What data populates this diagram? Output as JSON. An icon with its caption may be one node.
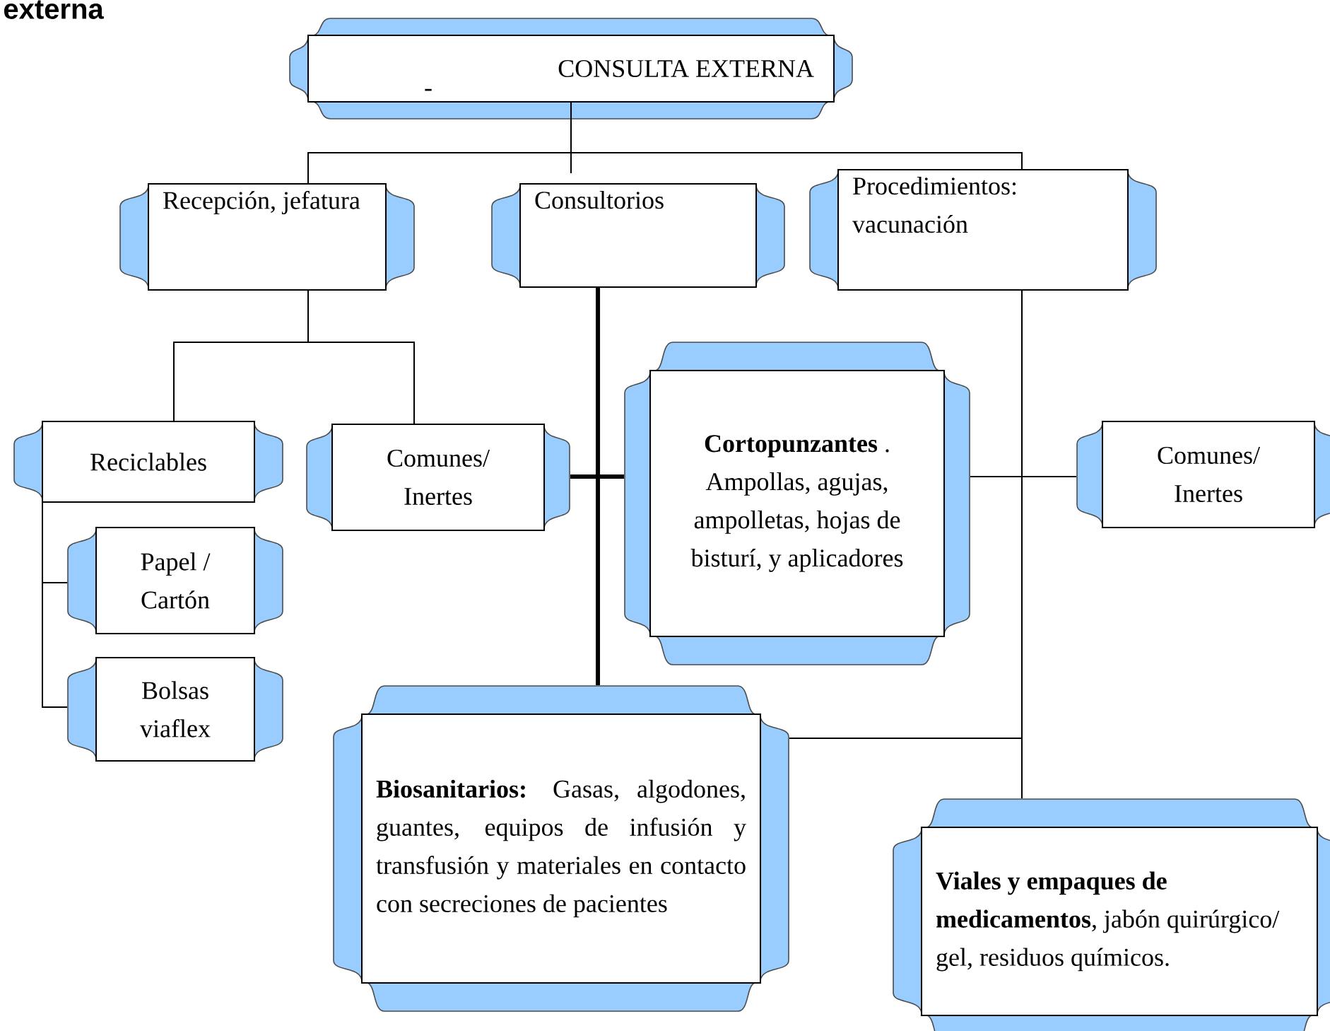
{
  "diagram": {
    "title": "externa",
    "nodes": [
      {
        "text": [
          "CONSULTA EXTERNA",
          "-"
        ]
      },
      {
        "text": [
          "Recepción, jefatura"
        ]
      },
      {
        "text": [
          "Consultorios"
        ]
      },
      {
        "text": [
          "Procedimientos: vacunación"
        ]
      },
      {
        "text": [
          "Reciclables"
        ]
      },
      {
        "text": [
          "Comunes/ Inertes"
        ]
      },
      {
        "text": [
          "Papel / Cartón"
        ]
      },
      {
        "text": [
          "Bolsas viaflex"
        ]
      },
      {
        "text": [
          "**Cortopunzantes** . Ampollas, agujas, ampolletas, hojas de bisturí, y aplicadores"
        ]
      },
      {
        "text": [
          "Comunes/ Inertes"
        ]
      },
      {
        "text": [
          "**Biosanitarios:** Gasas, algodones, guantes, equipos de infusión y transfusión y materiales en contacto con secreciones de pacientes"
        ]
      },
      {
        "text": [
          "**Viales y empaques de medicamentos**, jabón quirúrgico/ gel, residuos químicos."
        ]
      }
    ],
    "edges": [
      {
        "from": 0,
        "to": 1,
        "arrow": "none"
      },
      {
        "from": 0,
        "to": 2,
        "arrow": "none"
      },
      {
        "from": 0,
        "to": 3,
        "arrow": "none"
      },
      {
        "from": 1,
        "to": 4,
        "arrow": "none"
      },
      {
        "from": 1,
        "to": 5,
        "arrow": "none"
      },
      {
        "from": 4,
        "to": 6,
        "arrow": "none"
      },
      {
        "from": 4,
        "to": 7,
        "arrow": "none"
      },
      {
        "from": 2,
        "to": 5,
        "arrow": "none",
        "style": "thick"
      },
      {
        "from": 2,
        "to": 8,
        "arrow": "none",
        "style": "thick"
      },
      {
        "from": 2,
        "to": 10,
        "arrow": "none",
        "style": "thick"
      },
      {
        "from": 3,
        "to": 8,
        "arrow": "none"
      },
      {
        "from": 3,
        "to": 9,
        "arrow": "none"
      },
      {
        "from": 3,
        "to": 10,
        "arrow": "none"
      },
      {
        "from": 3,
        "to": 11,
        "arrow": "none"
      }
    ]
  }
}
